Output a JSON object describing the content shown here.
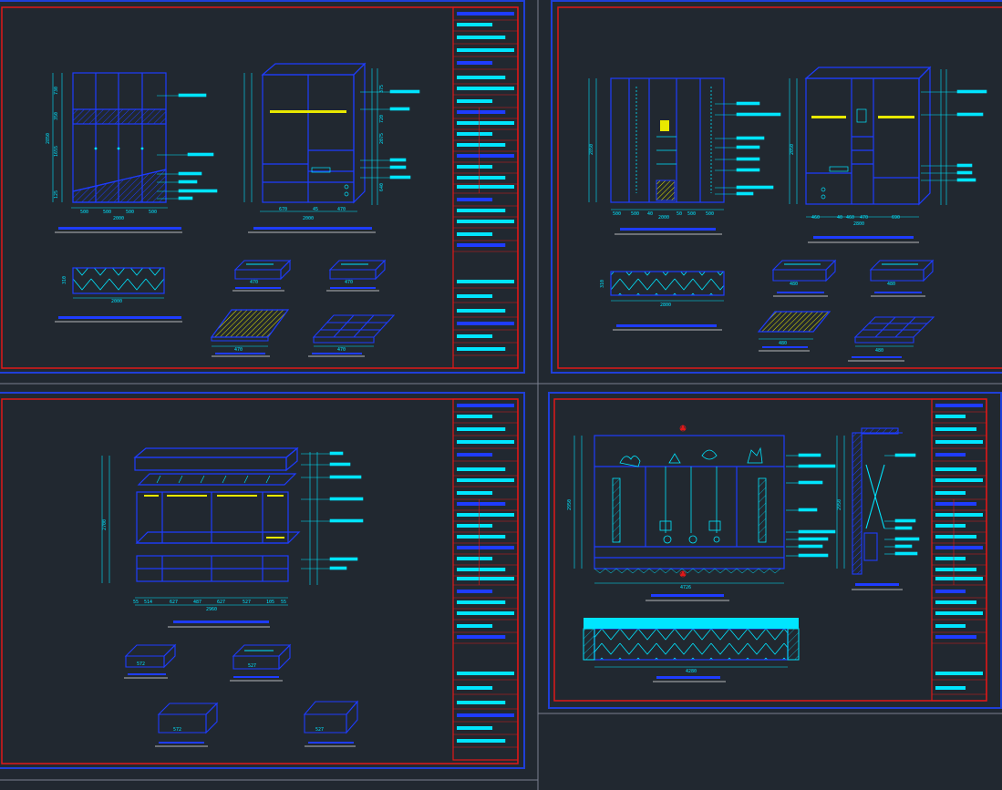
{
  "colors": {
    "background": "#212830",
    "sheet_frame": "#1f3fd8",
    "border_red": "#e01818",
    "line_blue": "#1e3cff",
    "line_cyan": "#00e5ff",
    "accent_yellow": "#e8e800",
    "separator": "#7a8090"
  },
  "sheets": [
    {
      "id": "top-left",
      "dims": {
        "elev1_top": [
          "500",
          "500",
          "500",
          "500"
        ],
        "elev1_total": "2000",
        "elev1_left": [
          "730",
          "350",
          "1655",
          "125"
        ],
        "elev1_height": "2850",
        "elev2_bottom": [
          "670",
          "45",
          "470"
        ],
        "elev2_total": "2000",
        "elev2_right": [
          "375",
          "720",
          "2075",
          "640"
        ],
        "band_total": "2000",
        "band_side": "310",
        "drawer1_w": "470",
        "drawer2_w": "470",
        "tray1_w": "470",
        "tray2_w": "470"
      }
    },
    {
      "id": "top-right",
      "dims": {
        "elev1_bottom": [
          "500",
          "500",
          "40",
          "2000",
          "50",
          "500",
          "500"
        ],
        "elev1_height": "2850",
        "elev2_bottom": [
          "460",
          "40",
          "460",
          "470",
          "690"
        ],
        "elev2_total": "2800",
        "elev2_left_height": "2050",
        "band_total": "2800",
        "band_side": "310",
        "drawer1_w": "480",
        "drawer2_w": "480",
        "tray1_w": "480",
        "tray2_w": "480"
      }
    },
    {
      "id": "bottom-left",
      "dims": {
        "elev_bottom": [
          "55",
          "514",
          "627",
          "487",
          "627",
          "527",
          "105",
          "55"
        ],
        "elev_total": "2960",
        "elev_height": "2700",
        "box1_w": "572",
        "box2_w": "527",
        "box3_w": "572",
        "box4_w": "527"
      }
    },
    {
      "id": "bottom-right",
      "dims": {
        "elev_total": "4726",
        "elev_height": "2950",
        "section_height": "2950",
        "band_total": "4280"
      }
    }
  ]
}
